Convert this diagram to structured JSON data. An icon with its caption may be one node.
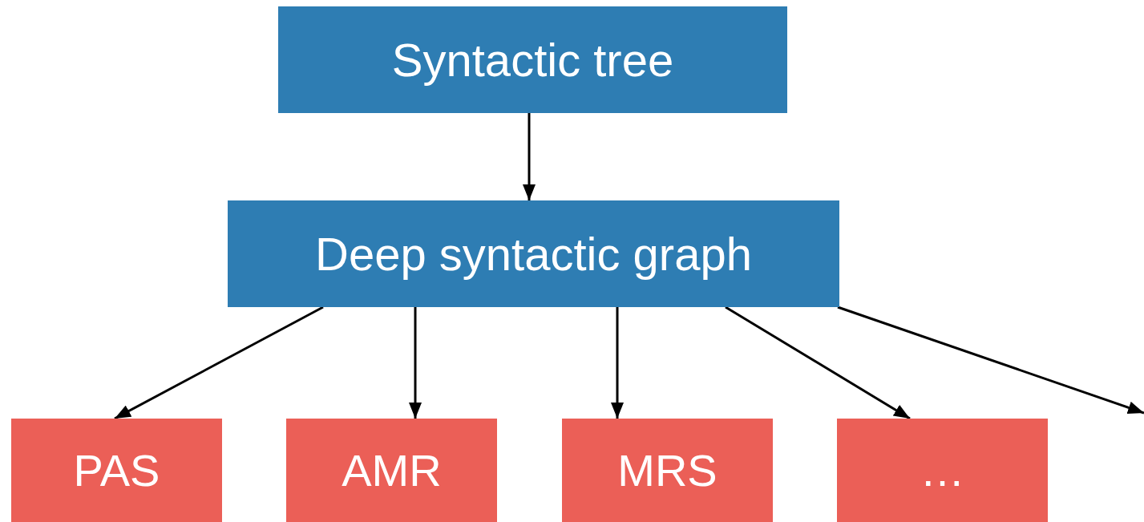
{
  "diagram": {
    "nodes": [
      {
        "text": [
          "Syntactic tree"
        ]
      },
      {
        "text": [
          "Deep syntactic graph"
        ]
      },
      {
        "text": [
          "PAS"
        ]
      },
      {
        "text": [
          "AMR"
        ]
      },
      {
        "text": [
          "MRS"
        ]
      },
      {
        "text": [
          "…"
        ]
      }
    ],
    "edges": [
      {
        "from": 0,
        "to": 1,
        "arrow": "to"
      },
      {
        "from": 1,
        "to": 2,
        "arrow": "to"
      },
      {
        "from": 1,
        "to": 3,
        "arrow": "to"
      },
      {
        "from": 1,
        "to": 4,
        "arrow": "to"
      },
      {
        "from": 1,
        "to": 5,
        "arrow": "to"
      },
      {
        "from": 1,
        "to": null,
        "arrow": "to"
      }
    ]
  }
}
